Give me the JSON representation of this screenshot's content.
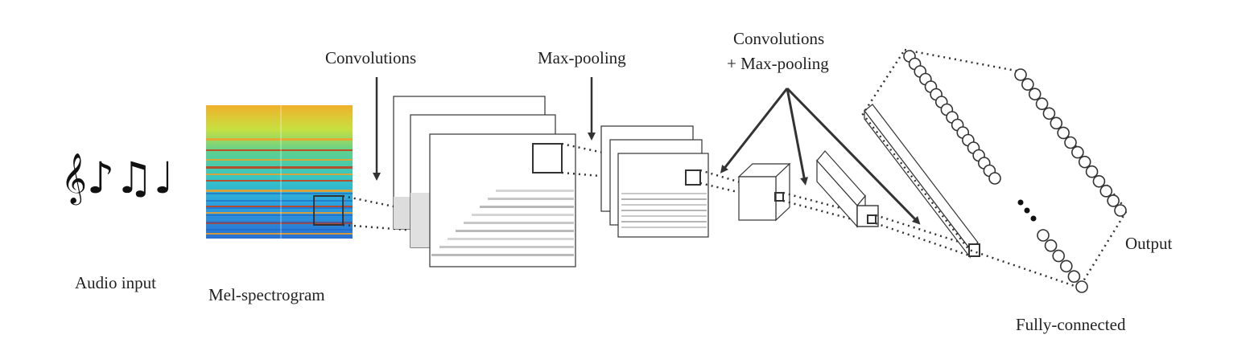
{
  "diagram": {
    "labels": {
      "audio_input": "Audio input",
      "mel_spectrogram": "Mel-spectrogram",
      "convolutions": "Convolutions",
      "max_pooling": "Max-pooling",
      "conv_pool_line1": "Convolutions",
      "conv_pool_line2": "+ Max-pooling",
      "output": "Output",
      "fully_connected": "Fully-connected"
    },
    "symbols": {
      "music_notes": "𝄞♪♫♩"
    },
    "icons": [
      "music-notes-icon"
    ],
    "colors": {
      "line": "#333333",
      "spectrogram_low": "#1e64c8",
      "spectrogram_mid": "#32c8b4",
      "spectrogram_high": "#f0a028",
      "spectrogram_peak": "#c83c14"
    }
  }
}
